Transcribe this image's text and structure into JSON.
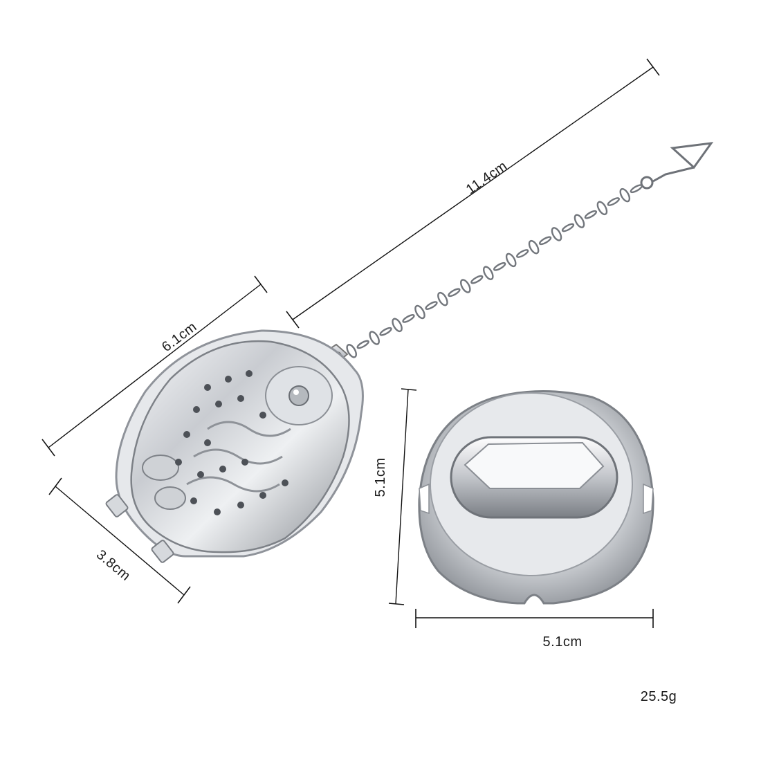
{
  "dimensions": {
    "chain_length": "11.4cm",
    "infuser_length": "6.1cm",
    "infuser_width": "3.8cm",
    "drip_tray_height": "5.1cm",
    "drip_tray_width": "5.1cm"
  },
  "weight": "25.5g",
  "colors": {
    "background": "#ffffff",
    "steel_light": "#f2f3f5",
    "steel_mid": "#c7cacf",
    "steel_dark": "#6e7278",
    "line": "#111111"
  }
}
